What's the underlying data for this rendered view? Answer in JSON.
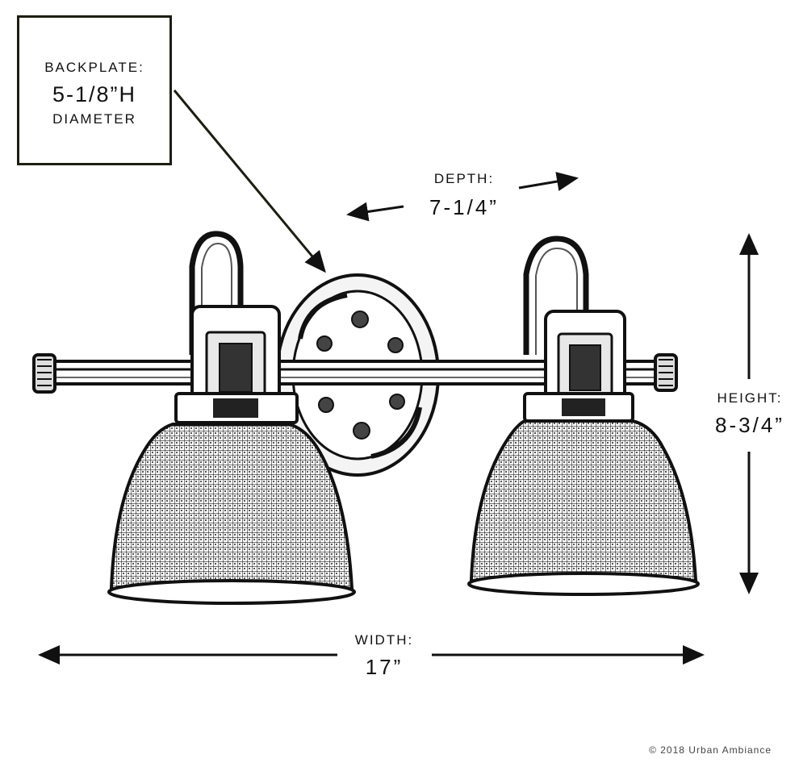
{
  "callout": {
    "line1": "BACKPLATE:",
    "line2": "5-1/8”H",
    "line3": "DIAMETER"
  },
  "depth": {
    "label": "DEPTH:",
    "value": "7-1/4”"
  },
  "height": {
    "label": "HEIGHT:",
    "value": "8-3/4”"
  },
  "width": {
    "label": "WIDTH:",
    "value": "17”"
  },
  "copyright": "© 2018 Urban Ambiance"
}
